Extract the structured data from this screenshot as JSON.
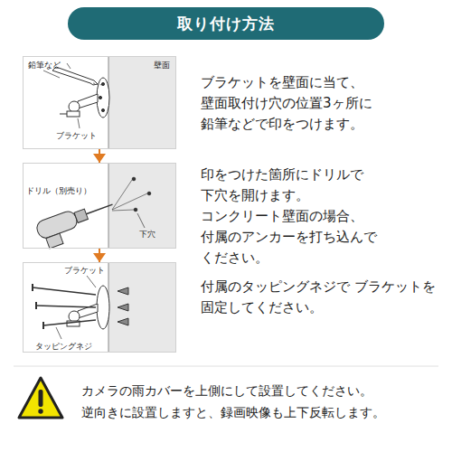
{
  "diagram": {
    "title": "取り付け方法",
    "nodes": [
      {
        "text": [
          "鉛筆など",
          "壁面",
          "ブラケット"
        ]
      },
      {
        "text": [
          "ドリル（別売り）",
          "下穴"
        ]
      },
      {
        "text": [
          "ブラケット",
          "タッピングネジ"
        ]
      }
    ],
    "edges": [
      {
        "from": 0,
        "to": 1,
        "arrow": "to"
      },
      {
        "from": 1,
        "to": 2,
        "arrow": "to"
      }
    ],
    "labels": [
      "ブラケットを壁面に当て、 壁面取付け穴の位置3ヶ所に 鉛筆などで印をつけます。",
      "印をつけた箇所にドリルで 下穴を開けます。 コンクリート壁面の場合、 付属のアンカーを打ち込んで ください。",
      "付属のタッピングネジで ブラケットを 固定してください。",
      "カメラの雨カバーを上側にして設置してください。 逆向きに設置しますと、録画映像も上下反転します。"
    ]
  }
}
